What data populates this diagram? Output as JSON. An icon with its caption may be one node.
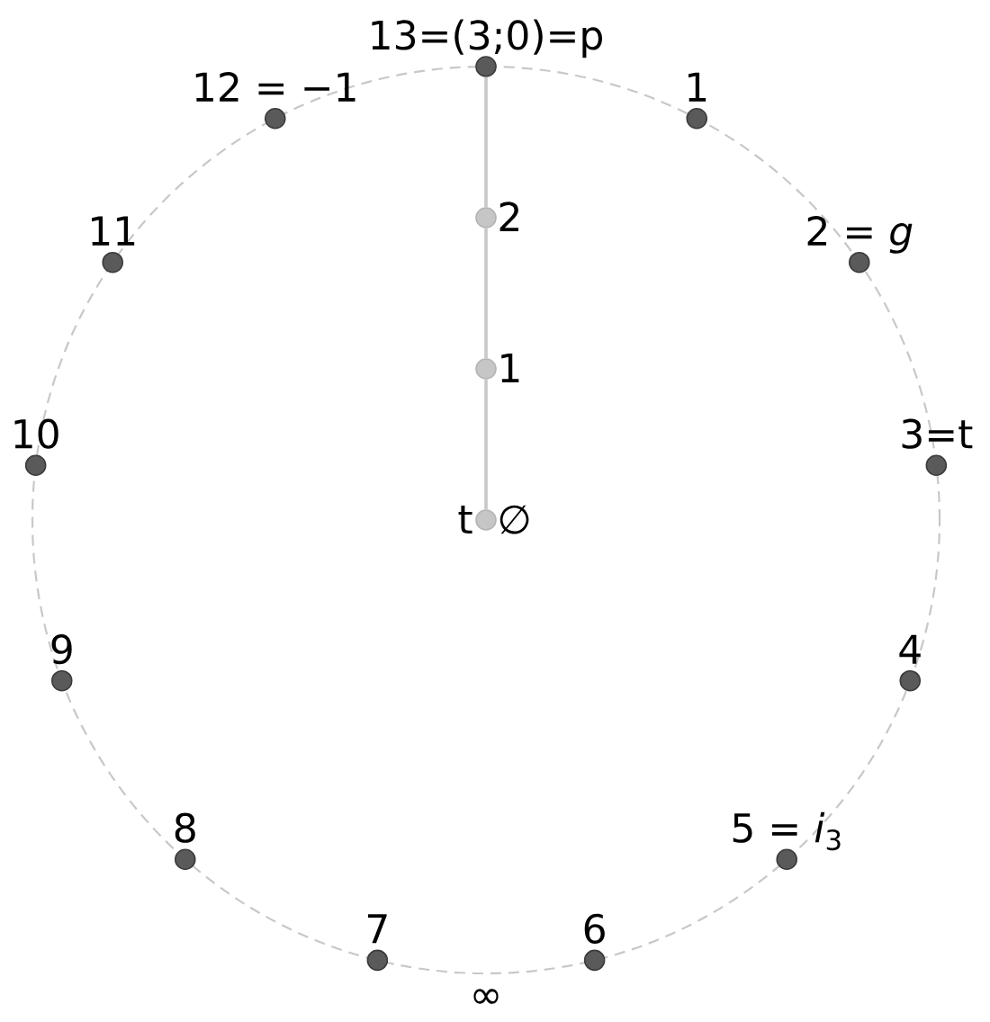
{
  "diagram": {
    "nodes": [
      {
        "text": [],
        "shape": "circle",
        "beside": [
          "13=(3;0)=p"
        ]
      },
      {
        "text": [],
        "shape": "circle",
        "beside": [
          "1"
        ]
      },
      {
        "text": [],
        "shape": "circle",
        "beside": [
          "2 = *g*"
        ]
      },
      {
        "text": [],
        "shape": "circle",
        "beside": [
          "3=t"
        ]
      },
      {
        "text": [],
        "shape": "circle",
        "beside": [
          "4"
        ]
      },
      {
        "text": [],
        "shape": "circle",
        "beside": [
          "5 = *i*$_{3}$"
        ]
      },
      {
        "text": [],
        "shape": "circle",
        "beside": [
          "6"
        ]
      },
      {
        "text": [],
        "shape": "circle",
        "beside": [
          "7"
        ]
      },
      {
        "text": [],
        "shape": "circle",
        "beside": [
          "8"
        ]
      },
      {
        "text": [],
        "shape": "circle",
        "beside": [
          "9"
        ]
      },
      {
        "text": [],
        "shape": "circle",
        "beside": [
          "10"
        ]
      },
      {
        "text": [],
        "shape": "circle",
        "beside": [
          "11"
        ]
      },
      {
        "text": [],
        "shape": "circle",
        "beside": [
          "12 = −1"
        ]
      },
      {
        "text": [],
        "shape": "circle",
        "beside": [
          "2"
        ]
      },
      {
        "text": [],
        "shape": "circle",
        "beside": [
          "1"
        ]
      },
      {
        "text": [],
        "shape": "circle",
        "beside": [
          "t",
          "∅"
        ]
      }
    ],
    "edges": [
      {
        "from": 15,
        "to": 14,
        "arrow": "none"
      },
      {
        "from": 14,
        "to": 13,
        "arrow": "none"
      },
      {
        "from": 13,
        "to": 0,
        "arrow": "none"
      }
    ],
    "labels": [
      "∞"
    ]
  }
}
